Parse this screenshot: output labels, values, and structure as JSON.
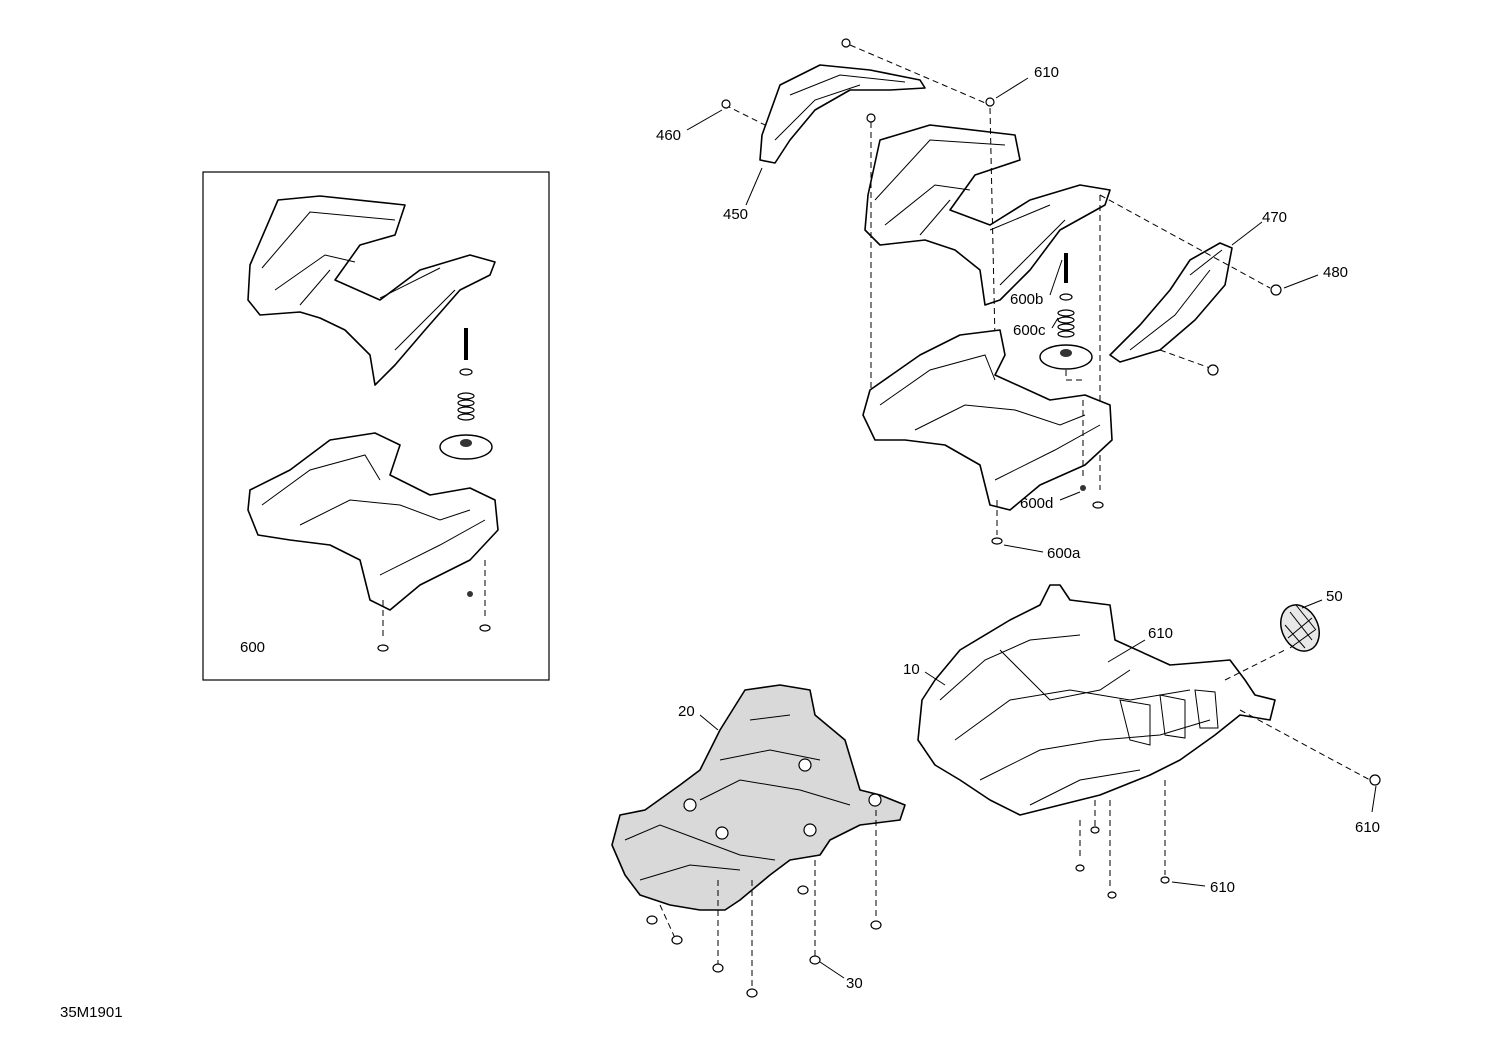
{
  "drawing_id": "35M1901",
  "inset_label": "600",
  "callouts": {
    "c450": "450",
    "c460": "460",
    "c610_top": "610",
    "c470": "470",
    "c480": "480",
    "c600b": "600b",
    "c600c": "600c",
    "c600d": "600d",
    "c600a": "600a",
    "c50": "50",
    "c610_mid": "610",
    "c10": "10",
    "c20": "20",
    "c610_right": "610",
    "c610_bottom": "610",
    "c30": "30"
  },
  "colors": {
    "line": "#000000",
    "background": "#ffffff",
    "shade": "#d9d9d9"
  }
}
